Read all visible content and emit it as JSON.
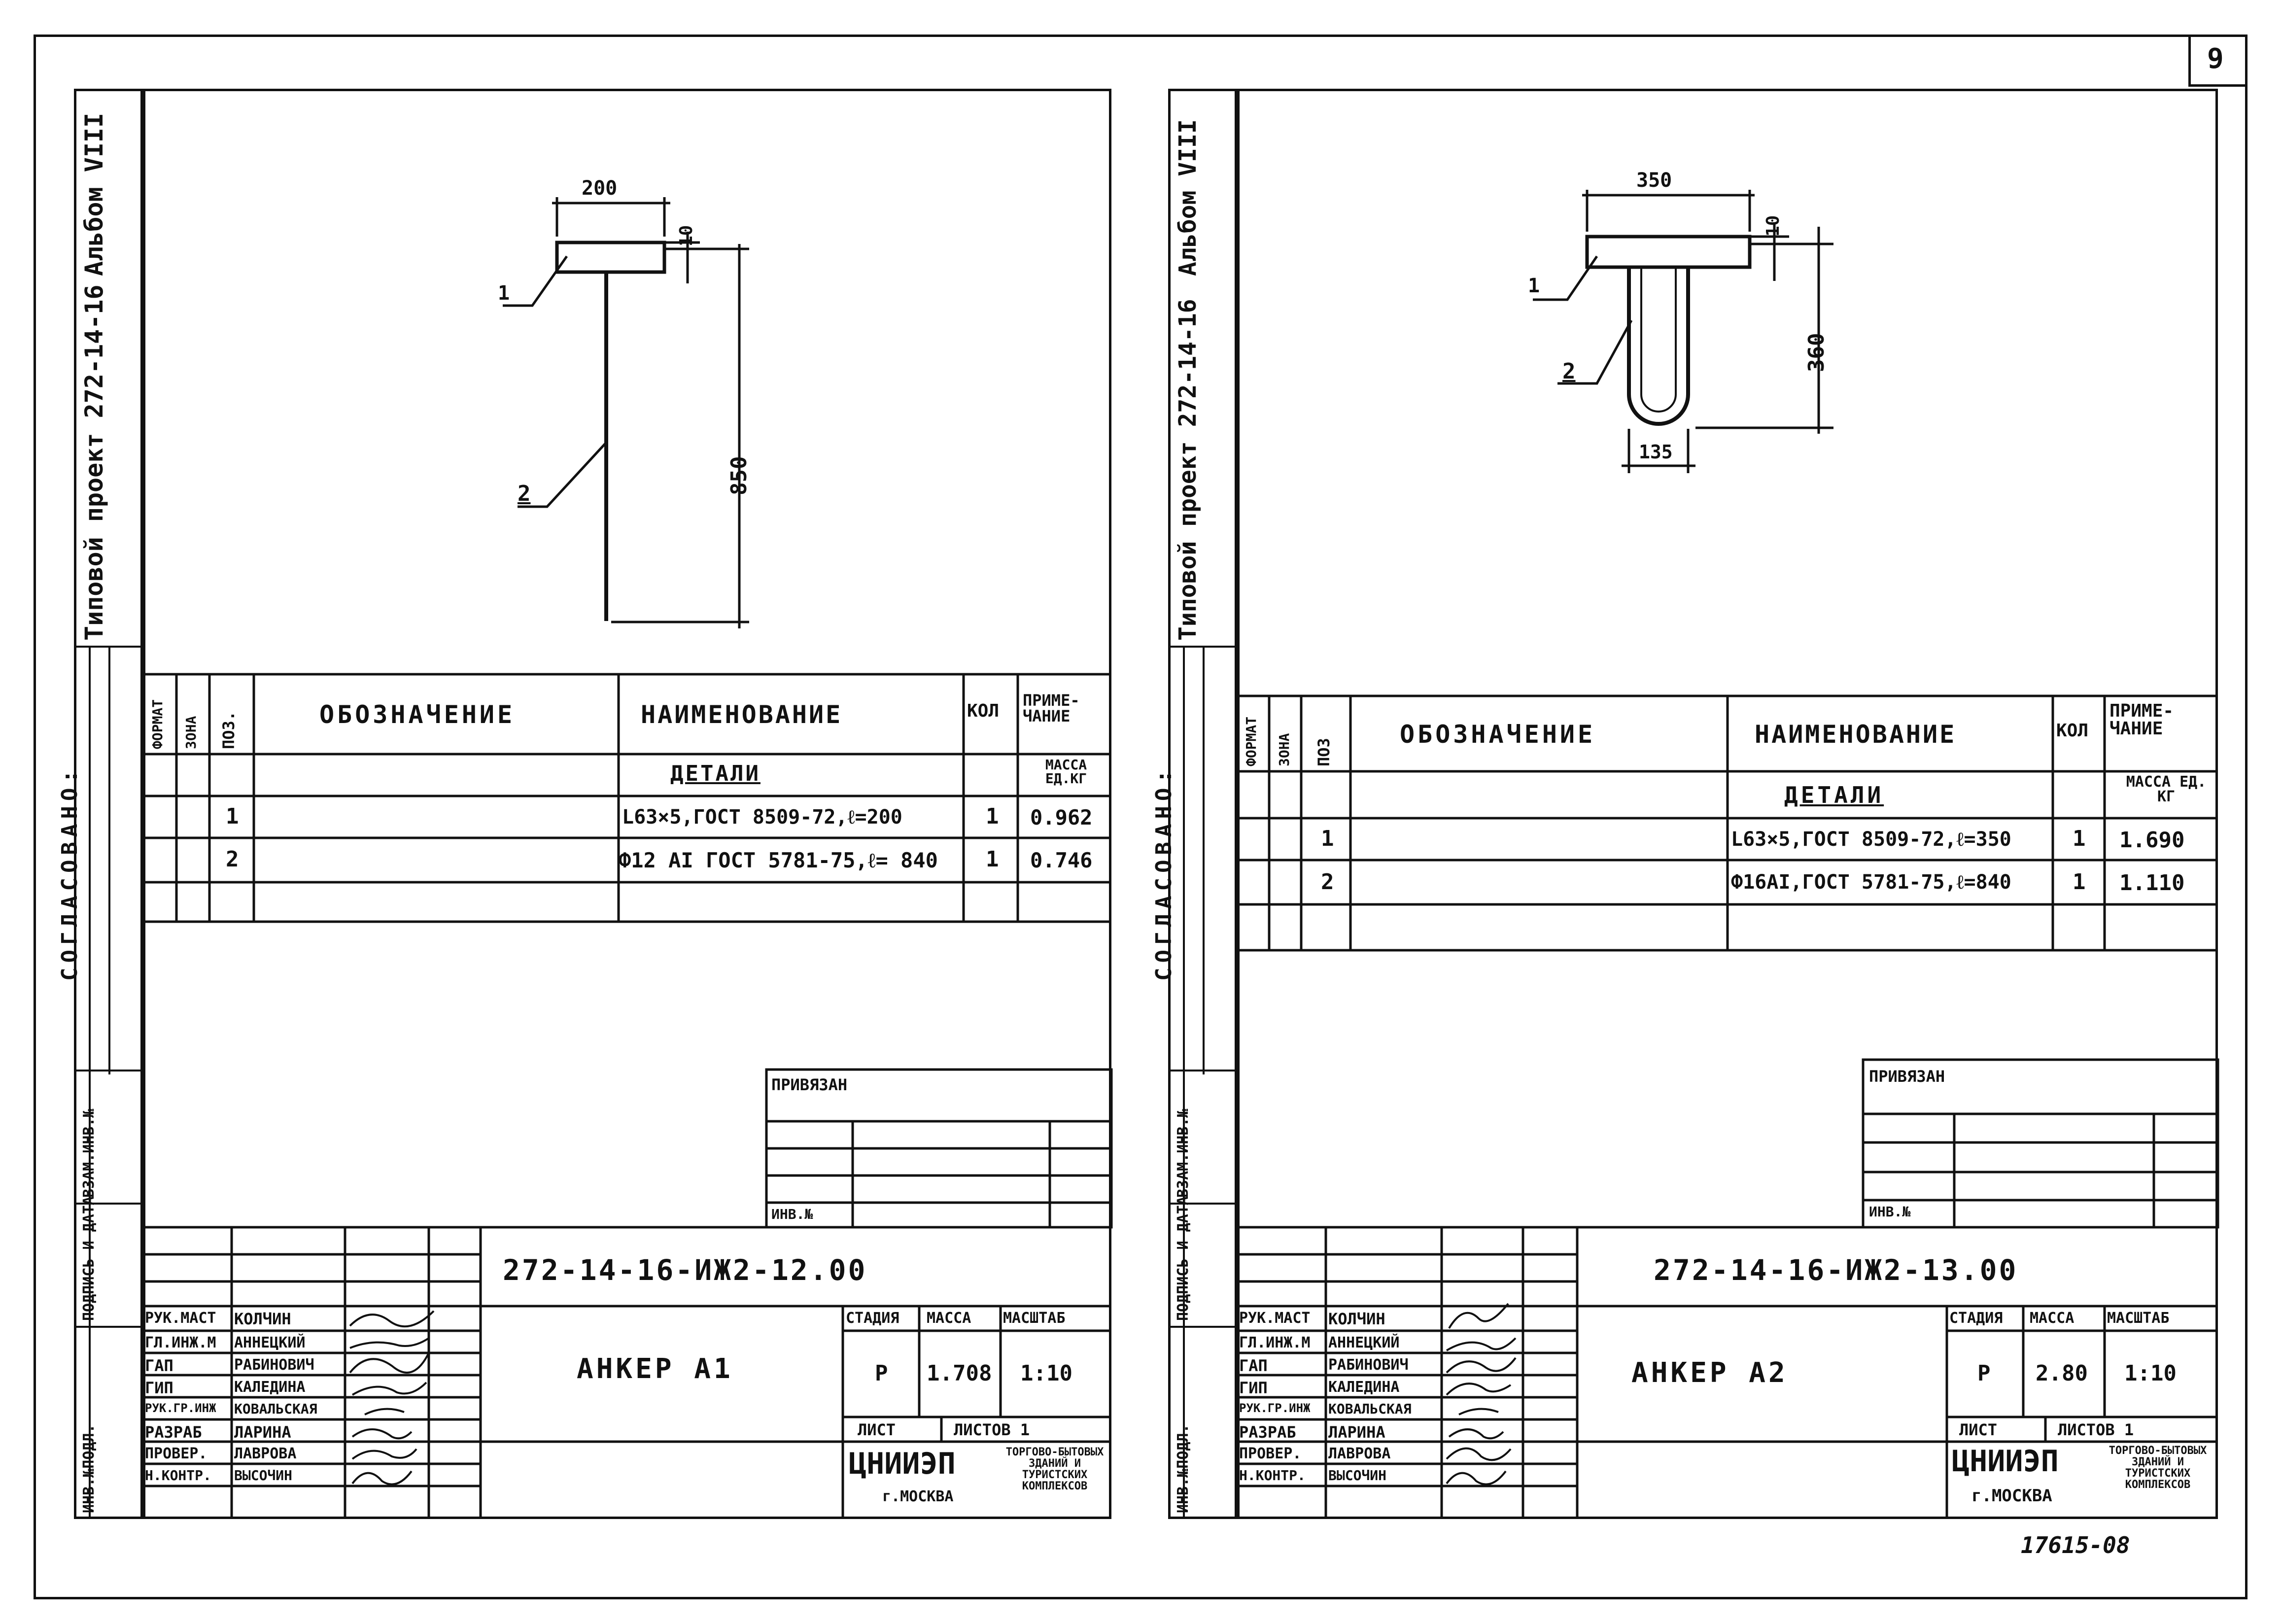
{
  "page_number": "9",
  "bottom_stamp": "17615-08",
  "left_margin": {
    "project_title": "Типовой проект 272-14-16",
    "album": "Альбом VIII",
    "soglasovano": "СОГЛАСОВАНО:",
    "vzam_inv": "ВЗАМ.ИНВ.№",
    "podpis_data": "ПОДПИСЬ И ДАТА",
    "inv_podl": "ИНВ.№ПОДЛ."
  },
  "sheets": [
    {
      "drawing": {
        "dim_width": "200",
        "dim_thickness": "10",
        "dim_length": "850",
        "leader_1": "1",
        "leader_2": "2"
      },
      "spec": {
        "col_format": "ФОРМАТ",
        "col_zone": "ЗОНА",
        "col_pos": "ПОЗ.",
        "col_designation": "ОБОЗНАЧЕНИЕ",
        "col_name": "НАИМЕНОВАНИЕ",
        "col_qty": "КОЛ",
        "col_note": "ПРИМЕ-ЧАНИЕ",
        "section": "ДЕТАЛИ",
        "mass_unit": "МАССА ЕД.КГ",
        "rows": [
          {
            "pos": "1",
            "name": "L63×5,ГОСТ 8509-72,ℓ=200",
            "qty": "1",
            "note": "0.962"
          },
          {
            "pos": "2",
            "name": "Ф12 AI ГОСТ 5781-75,ℓ= 840",
            "qty": "1",
            "note": "0.746"
          }
        ]
      },
      "privyazan": "ПРИВЯЗАН",
      "inv_no": "ИНВ.№",
      "code": "272-14-16-ИЖ2-12.00",
      "title": "АНКЕР А1",
      "stage_label": "СТАДИЯ",
      "mass_label": "МАССА",
      "scale_label": "МАСШТАБ",
      "stage": "Р",
      "mass": "1.708",
      "scale": "1:10",
      "sheet_label": "ЛИСТ",
      "sheets_label": "ЛИСТОВ 1",
      "org": "ЦНИИЭП",
      "city": "г.МОСКВА",
      "org_desc": "ТОРГОВО-БЫТОВЫХ ЗДАНИЙ И ТУРИСТСКИХ КОМПЛЕКСОВ",
      "people": [
        {
          "role": "РУК.МАСТ",
          "name": "КОЛЧИН"
        },
        {
          "role": "ГЛ.ИНЖ.М",
          "name": "АННЕЦКИЙ"
        },
        {
          "role": "ГАП",
          "name": "РАБИНОВИЧ"
        },
        {
          "role": "ГИП",
          "name": "КАЛЕДИНА"
        },
        {
          "role": "РУК.ГР.ИНЖ",
          "name": "КОВАЛЬСКАЯ"
        },
        {
          "role": "РАЗРАБ",
          "name": "ЛАРИНА"
        },
        {
          "role": "ПРОВЕР.",
          "name": "ЛАВРОВА"
        },
        {
          "role": "Н.КОНТР.",
          "name": "ВЫСОЧИН"
        }
      ]
    },
    {
      "drawing": {
        "dim_width": "350",
        "dim_thickness": "10",
        "dim_length": "360",
        "dim_bend": "135",
        "leader_1": "1",
        "leader_2": "2"
      },
      "spec": {
        "col_format": "ФОРМАТ",
        "col_zone": "ЗОНА",
        "col_pos": "ПОЗ",
        "col_designation": "ОБОЗНАЧЕНИЕ",
        "col_name": "НАИМЕНОВАНИЕ",
        "col_qty": "КОЛ",
        "col_note": "ПРИМЕ-ЧАНИЕ",
        "section": "ДЕТАЛИ",
        "mass_unit": "МАССА ЕД. КГ",
        "rows": [
          {
            "pos": "1",
            "name": "L63×5,ГОСТ 8509-72,ℓ=350",
            "qty": "1",
            "note": "1.690"
          },
          {
            "pos": "2",
            "name": "Ф16AI,ГОСТ 5781-75,ℓ=840",
            "qty": "1",
            "note": "1.110"
          }
        ]
      },
      "privyazan": "ПРИВЯЗАН",
      "inv_no": "ИНВ.№",
      "code": "272-14-16-ИЖ2-13.00",
      "title": "АНКЕР А2",
      "stage_label": "СТАДИЯ",
      "mass_label": "МАССА",
      "scale_label": "МАСШТАБ",
      "stage": "Р",
      "mass": "2.80",
      "scale": "1:10",
      "sheet_label": "ЛИСТ",
      "sheets_label": "ЛИСТОВ 1",
      "org": "ЦНИИЭП",
      "city": "г.МОСКВА",
      "org_desc": "ТОРГОВО-БЫТОВЫХ ЗДАНИЙ И ТУРИСТСКИХ КОМПЛЕКСОВ",
      "people": [
        {
          "role": "РУК.МАСТ",
          "name": "КОЛЧИН"
        },
        {
          "role": "ГЛ.ИНЖ.М",
          "name": "АННЕЦКИЙ"
        },
        {
          "role": "ГАП",
          "name": "РАБИНОВИЧ"
        },
        {
          "role": "ГИП",
          "name": "КАЛЕДИНА"
        },
        {
          "role": "РУК.ГР.ИНЖ",
          "name": "КОВАЛЬСКАЯ"
        },
        {
          "role": "РАЗРАБ",
          "name": "ЛАРИНА"
        },
        {
          "role": "ПРОВЕР.",
          "name": "ЛАВРОВА"
        },
        {
          "role": "Н.КОНТР.",
          "name": "ВЫСОЧИН"
        }
      ]
    }
  ]
}
